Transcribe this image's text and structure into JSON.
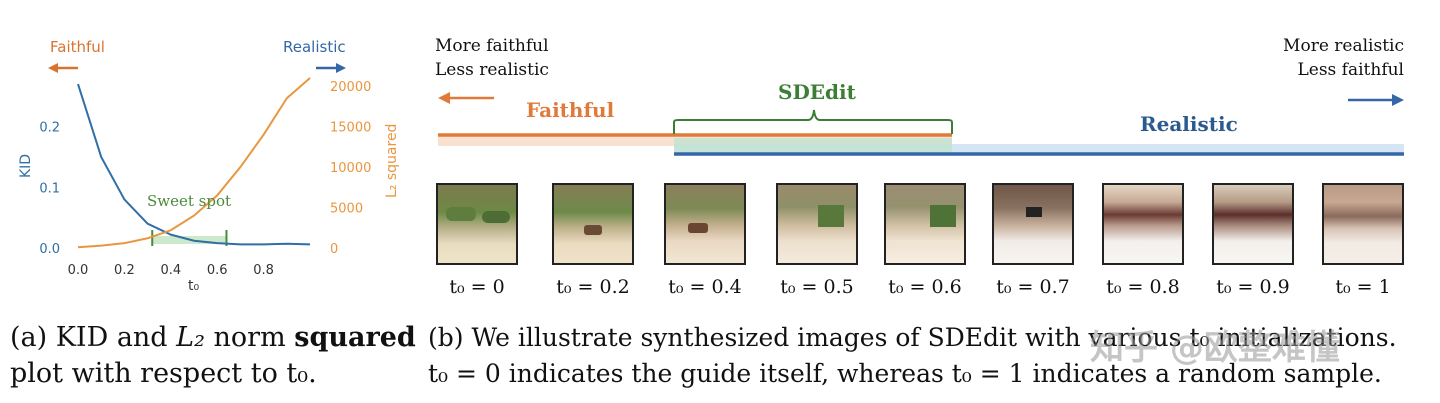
{
  "panel_a": {
    "left_label": "Faithful",
    "right_label": "Realistic",
    "left_axis_label": "KID",
    "right_axis_label": "L₂ squared",
    "x_axis_label": "t₀",
    "annotation": "Sweet spot",
    "colors": {
      "kid": "#2f6fa5",
      "l2": "#e9963f",
      "sweet": "#4a8a3c",
      "faithful": "#d9742f",
      "realistic": "#3567a8"
    }
  },
  "panel_b": {
    "top_left_line1": "More faithful",
    "top_left_line2": "Less realistic",
    "top_right_line1": "More realistic",
    "top_right_line2": "Less faithful",
    "faithful_label": "Faithful",
    "sdedit_label": "SDEdit",
    "realistic_label": "Realistic",
    "thumbnails": [
      "t₀ = 0",
      "t₀ = 0.2",
      "t₀ = 0.4",
      "t₀ = 0.5",
      "t₀ = 0.6",
      "t₀ = 0.7",
      "t₀ = 0.8",
      "t₀ = 0.9",
      "t₀ = 1"
    ]
  },
  "captions": {
    "a_line1_pre": "(a) KID and ",
    "a_line1_math": "L₂",
    "a_line1_mid": " norm ",
    "a_line1_bold": "squared",
    "a_line2": "plot with respect to t₀.",
    "b_line1": "(b) We illustrate synthesized images of SDEdit with various t₀ initializations.",
    "b_line2": "t₀ = 0 indicates the guide itself, whereas t₀ = 1 indicates a random sample."
  },
  "watermark": "知乎 @欧整难懂",
  "chart_data": {
    "type": "line",
    "title": "",
    "xlabel": "t₀",
    "x_ticks": [
      0.0,
      0.2,
      0.4,
      0.6,
      0.8
    ],
    "xlim": [
      0,
      1
    ],
    "y_left": {
      "label": "KID",
      "ticks": [
        0.0,
        0.1,
        0.2
      ],
      "lim": [
        0,
        0.28
      ]
    },
    "y_right": {
      "label": "L₂ squared",
      "ticks": [
        0,
        5000,
        10000,
        15000,
        20000
      ],
      "lim": [
        0,
        21000
      ]
    },
    "series": [
      {
        "name": "KID",
        "axis": "left",
        "x": [
          0.0,
          0.1,
          0.2,
          0.3,
          0.4,
          0.5,
          0.6,
          0.7,
          0.8,
          0.9,
          1.0
        ],
        "values": [
          0.27,
          0.15,
          0.08,
          0.04,
          0.022,
          0.012,
          0.008,
          0.006,
          0.006,
          0.007,
          0.006
        ]
      },
      {
        "name": "L₂ squared",
        "axis": "right",
        "x": [
          0.0,
          0.1,
          0.2,
          0.3,
          0.4,
          0.5,
          0.6,
          0.7,
          0.8,
          0.9,
          1.0
        ],
        "values": [
          100,
          300,
          600,
          1200,
          2200,
          4000,
          6500,
          10000,
          14000,
          18500,
          21000
        ]
      }
    ],
    "sweet_spot": [
      0.32,
      0.64
    ]
  }
}
